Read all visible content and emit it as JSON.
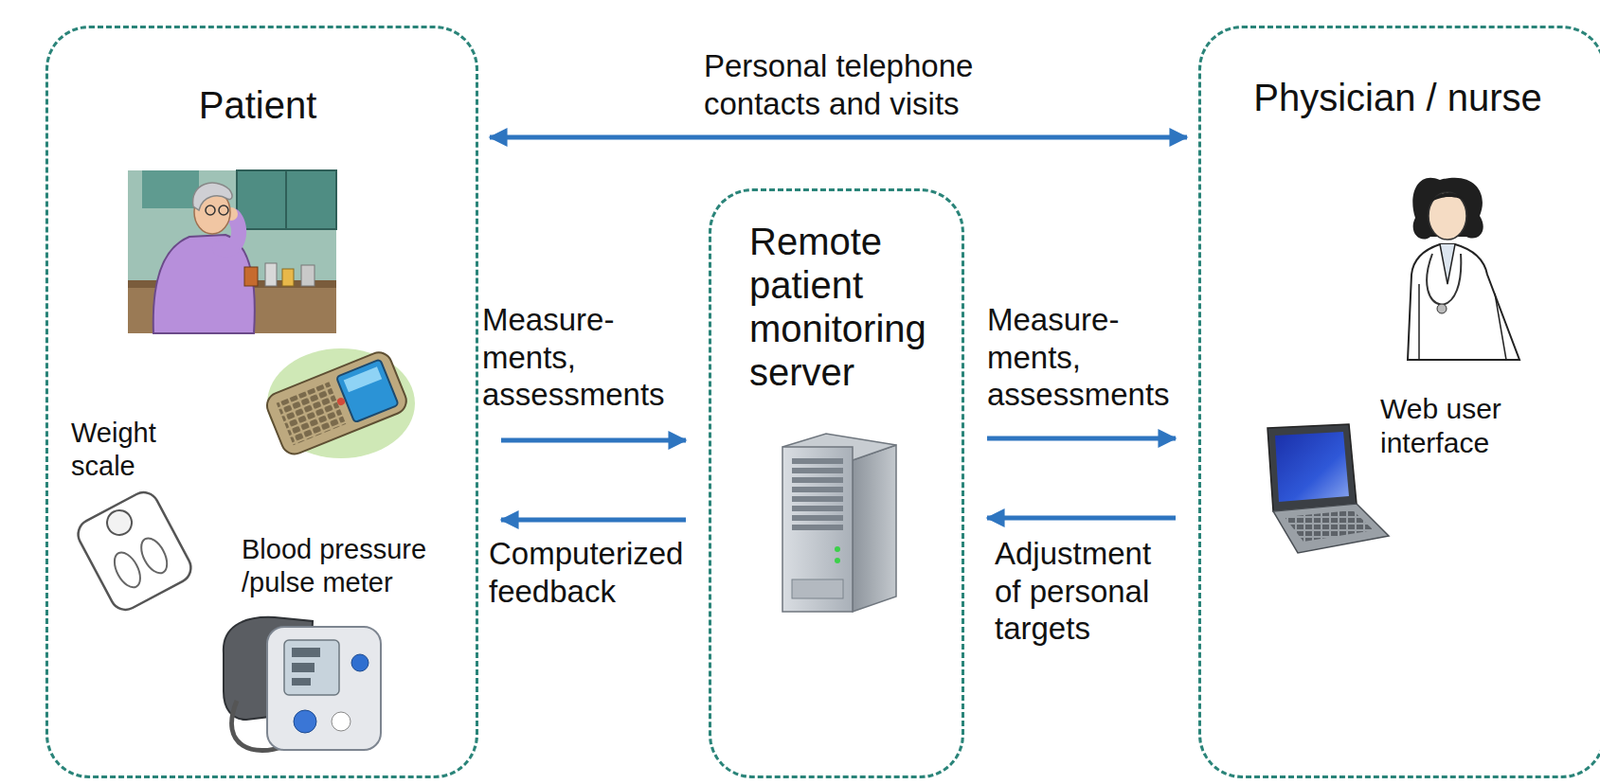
{
  "diagram": {
    "nodes": [
      {
        "text": [
          "Patient"
        ]
      },
      {
        "text": [
          "Remote patient monitoring server"
        ]
      },
      {
        "text": [
          "Physician / nurse"
        ]
      }
    ],
    "edges": [
      {
        "from": 0,
        "to": 2,
        "arrow": "both",
        "label": "Personal telephone contacts and visits"
      },
      {
        "from": 0,
        "to": 1,
        "arrow": "to",
        "label": "Measure- ments, assessments"
      },
      {
        "from": 1,
        "to": 0,
        "arrow": "to",
        "label": "Computerized feedback"
      },
      {
        "from": 1,
        "to": 2,
        "arrow": "to",
        "label": "Measure- ments, assessments"
      },
      {
        "from": 2,
        "to": 1,
        "arrow": "to",
        "label": "Adjustment of personal targets"
      }
    ],
    "labels": [
      "Weight scale",
      "Blood pressure /pulse meter",
      "Web user interface"
    ]
  }
}
